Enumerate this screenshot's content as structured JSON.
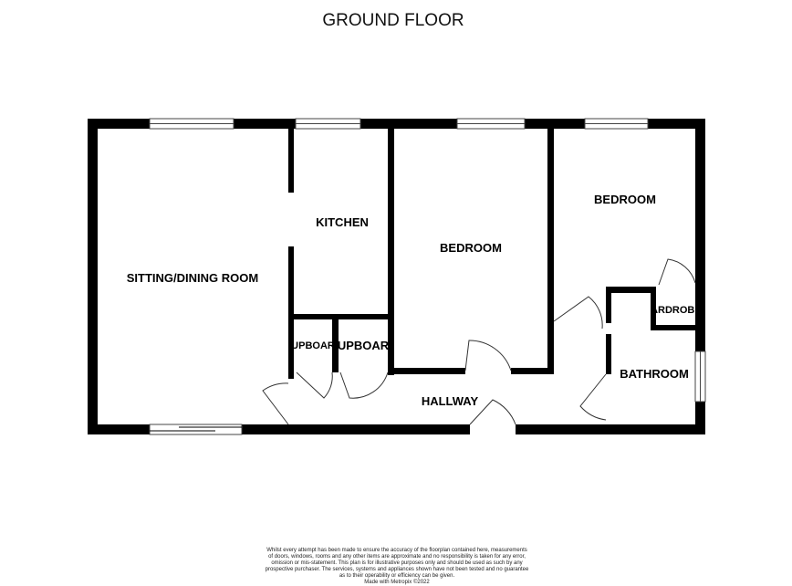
{
  "title": "GROUND FLOOR",
  "rooms": {
    "sitting_dining": "SITTING/DINING ROOM",
    "kitchen": "KITCHEN",
    "bedroom_1": "BEDROOM",
    "bedroom_2": "BEDROOM",
    "cupboard_1": "CUPBOARD",
    "cupboard_2": "CUPBOARD",
    "wardrobe": "WARDROBE",
    "bathroom": "BATHROOM",
    "hallway": "HALLWAY"
  },
  "disclaimer": [
    "Whilst every attempt has been made to ensure the accuracy of the floorplan contained here, measurements",
    "of doors, windows, rooms and any other items are approximate and no responsibility is taken for any error,",
    "omission or mis-statement. This plan is for illustrative purposes only and should be used as such by any",
    "prospective purchaser. The services, systems and appliances shown have not been tested and no guarantee",
    "as to their operability or efficiency can be given.",
    "Made with Metropix ©2022"
  ],
  "colors": {
    "wall": "#000000",
    "line": "#333333",
    "background": "#ffffff"
  }
}
